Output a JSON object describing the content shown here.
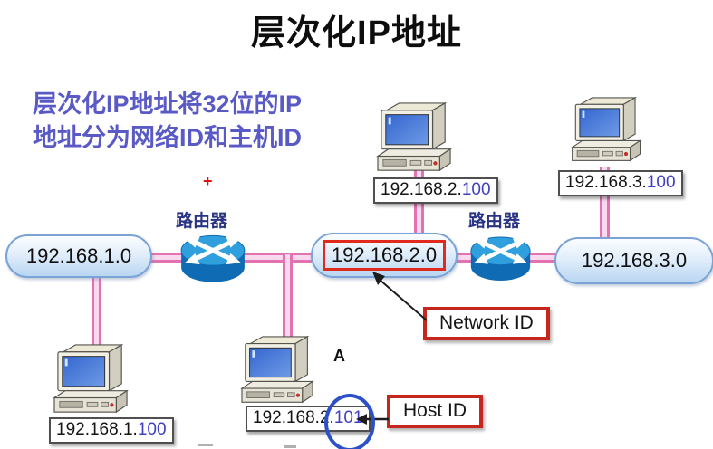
{
  "title": "层次化IP地址",
  "description": {
    "line1": "层次化IP地址将32位的IP",
    "line2": "地址分为网络ID和主机ID"
  },
  "plus_marker": "+",
  "router_left": {
    "label": "路由器"
  },
  "router_right": {
    "label": "路由器"
  },
  "networks": {
    "net1": {
      "address": "192.168.1.0"
    },
    "net2": {
      "address": "192.168.2.0",
      "highlighted": true
    },
    "net3": {
      "address": "192.168.3.0"
    }
  },
  "hosts": {
    "top_middle": {
      "prefix": "192.168.2.",
      "host": "100"
    },
    "top_right": {
      "prefix": "192.168.3.",
      "host": "100"
    },
    "bottom_left": {
      "prefix": "192.168.1.",
      "host": "100"
    },
    "bottom_middle": {
      "prefix": "192.168.2.",
      "host": "101",
      "name": "A",
      "circled": true
    }
  },
  "callouts": {
    "network_id": "Network ID",
    "host_id": "Host ID"
  },
  "colors": {
    "title_text": "#0d0d0d",
    "description_text": "#5a5ac6",
    "router_label_text": "#2a3484",
    "cable_pink_edge": "#e272b2",
    "cable_pink_fill": "#f8d9ee",
    "oval_border": "#7aa3d6",
    "oval_fill_bottom": "#b9d6f2",
    "highlight_red": "#e02a1e",
    "callout_border_red": "#c5271f",
    "host_digits_blue": "#4040bf",
    "host_circle_blue": "#2b50c8",
    "router_top_blue": "#2f9fde",
    "router_body_blue": "#0f6cb4",
    "plus_red": "#e21212"
  }
}
